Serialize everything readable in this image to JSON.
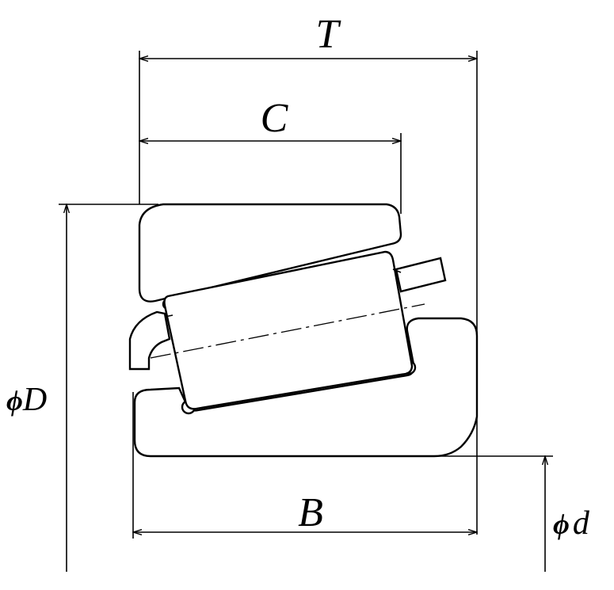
{
  "dimensions": {
    "T": "T",
    "C": "C",
    "B": "B",
    "D": {
      "symbol": "ϕ",
      "letter": "D"
    },
    "d": {
      "symbol": "ϕ",
      "letter": "d"
    }
  }
}
